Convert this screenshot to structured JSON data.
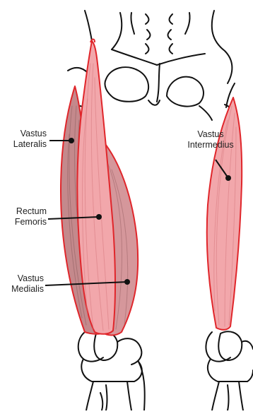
{
  "figure": {
    "labels": {
      "vastus_lateralis": {
        "line1": "Vastus",
        "line2": "Lateralis"
      },
      "rectum_femoris": {
        "line1": "Rectum",
        "line2": "Femoris"
      },
      "vastus_medialis": {
        "line1": "Vastus",
        "line2": "Medialis"
      },
      "vastus_intermedius": {
        "line1": "Vastus",
        "line2": "Intermedius"
      }
    },
    "colors": {
      "muscle_outline": "#e0262b",
      "rectus_fill": "#f2a7ab",
      "lateralis_fill": "#c4898c",
      "medialis_fill": "#d5979b",
      "intermedius_fill": "#f2a7ab",
      "bone_outline": "#111111"
    }
  }
}
